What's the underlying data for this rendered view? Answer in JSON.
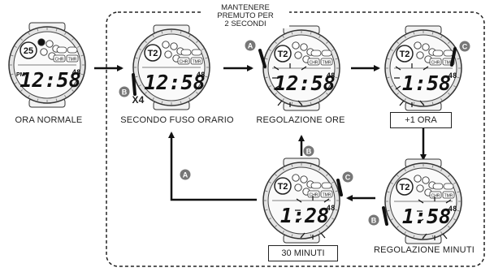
{
  "note": {
    "line1": "MANTENERE",
    "line2": "PREMUTO PER",
    "line3": "2 SECONDI"
  },
  "captions": {
    "normal_time": "ORA NORMALE",
    "second_timezone": "SECONDO FUSO ORARIO",
    "hour_setting": "REGOLAZIONE ORE",
    "plus_one_hour": "+1 ORA",
    "minute_setting": "REGOLAZIONE MINUTI",
    "thirty_minutes": "30 MINUTI"
  },
  "press_count": "X4",
  "buttons": {
    "a": "A",
    "b": "B",
    "c": "C"
  },
  "watches": [
    {
      "id": "normal",
      "top": "25",
      "pm": "PM",
      "time": "12:58",
      "sec": "48"
    },
    {
      "id": "second-zone",
      "top": "T2",
      "time": "12:58",
      "sec": "48"
    },
    {
      "id": "hour-set",
      "top": "T2",
      "time": "12:58",
      "sec": "48"
    },
    {
      "id": "plus-one",
      "top": "T2",
      "time": "1:58",
      "sec": "48"
    },
    {
      "id": "minute-set",
      "top": "T2",
      "time": "1:58",
      "sec": "48"
    },
    {
      "id": "thirty-min",
      "top": "T2",
      "time": "1:28",
      "sec": "48"
    }
  ],
  "watch_mode_labels": {
    "chr": "CHR",
    "tmr": "TMR"
  },
  "colors": {
    "bezel": "#e4e4e4",
    "ink": "#111111",
    "badge": "#777777",
    "frame": "#222222"
  }
}
